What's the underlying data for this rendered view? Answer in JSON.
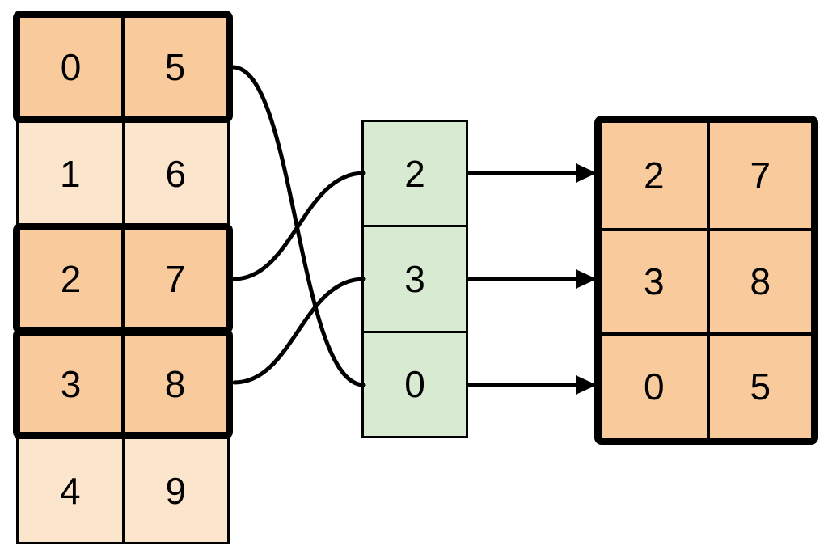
{
  "source_table": {
    "rows": [
      {
        "cells": [
          "0",
          "5"
        ],
        "highlighted": true
      },
      {
        "cells": [
          "1",
          "6"
        ],
        "highlighted": false
      },
      {
        "cells": [
          "2",
          "7"
        ],
        "highlighted": true
      },
      {
        "cells": [
          "3",
          "8"
        ],
        "highlighted": true
      },
      {
        "cells": [
          "4",
          "9"
        ],
        "highlighted": false
      }
    ]
  },
  "index_column": {
    "values": [
      "2",
      "3",
      "0"
    ]
  },
  "result_table": {
    "rows": [
      {
        "cells": [
          "2",
          "7"
        ]
      },
      {
        "cells": [
          "3",
          "8"
        ]
      },
      {
        "cells": [
          "0",
          "5"
        ]
      }
    ]
  },
  "connections": {
    "curves": [
      {
        "from": "source-row-0",
        "to": "index-cell-2"
      },
      {
        "from": "source-row-2",
        "to": "index-cell-0"
      },
      {
        "from": "source-row-3",
        "to": "index-cell-1"
      }
    ],
    "arrows": [
      {
        "from": "index-cell-0",
        "to": "result-row-0"
      },
      {
        "from": "index-cell-1",
        "to": "result-row-1"
      },
      {
        "from": "index-cell-2",
        "to": "result-row-2"
      }
    ]
  },
  "colors": {
    "highlight_fill": "#F9CB9C",
    "normal_fill": "#FCE5CD",
    "index_fill": "#D9EAD3",
    "line": "#000000",
    "background": "#FFFFFF"
  }
}
